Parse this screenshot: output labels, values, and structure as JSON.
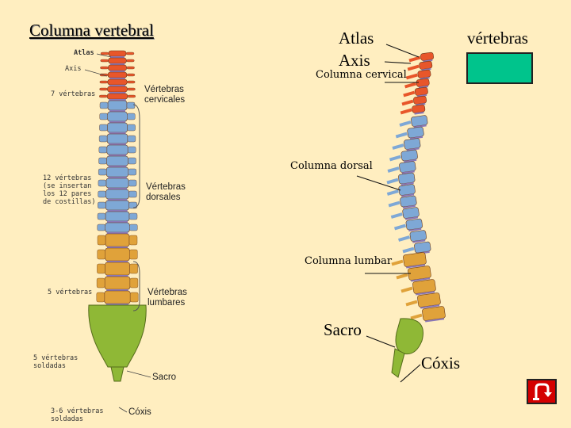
{
  "title": "Columna vertebral",
  "right_labels": {
    "atlas": "Atlas",
    "axis": "Axis",
    "vertebras": "vértebras",
    "columna_cervical": "Columna cervical",
    "columna_dorsal": "Columna dorsal",
    "columna_lumbar": "Columna lumbar",
    "sacro": "Sacro",
    "coxis": "Cóxis"
  },
  "left_labels": {
    "atlas": "Atlas",
    "axis": "Axis",
    "siete_vertebras": "7 vértebras",
    "doce_vertebras": "12 vértebras\n(se insertan\nlos 12 pares\nde costillas)",
    "cinco_vertebras": "5 vértebras",
    "cinco_soldadas": "5 vértebras\nsoldadas",
    "tres_seis": "3-6 vértebras\nsoldadas",
    "vertebras_cervicales": "Vértebras\ncervicales",
    "vertebras_dorsales": "Vértebras\ndorsales",
    "vertebras_lumbares": "Vértebras\nlumbares",
    "sacro": "Sacro",
    "coxis": "Cóxis"
  },
  "colors": {
    "background": "#ffeec0",
    "cervical": "#e8562a",
    "dorsal": "#7ea8d6",
    "lumbar": "#e0a23a",
    "disc": "#8a78b8",
    "sacrum": "#8fb836",
    "legend_box": "#00c48c",
    "button": "#d40000"
  },
  "icons": {
    "return": "return-arrow-icon"
  }
}
